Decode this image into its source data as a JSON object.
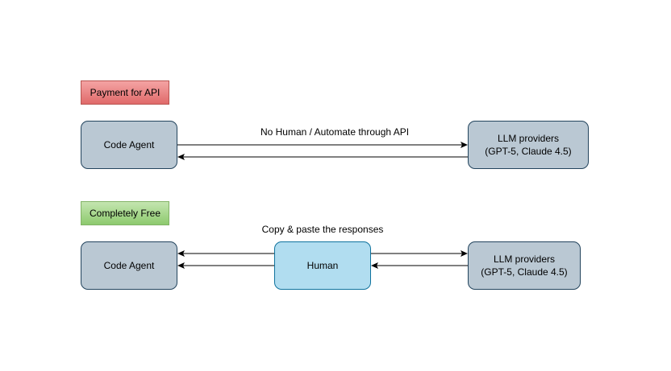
{
  "tags": {
    "paid": "Payment for API",
    "free": "Completely Free"
  },
  "row_paid": {
    "code_agent": "Code Agent",
    "edge_label": "No Human / Automate through API",
    "llm_line1": "LLM providers",
    "llm_line2": "(GPT-5, Claude 4.5)"
  },
  "row_free": {
    "code_agent": "Code Agent",
    "human": "Human",
    "edge_label": "Copy & paste the responses",
    "llm_line1": "LLM providers",
    "llm_line2": "(GPT-5, Claude 4.5)"
  },
  "colors": {
    "node_fill": "#bac8d3",
    "node_stroke": "#23445d",
    "human_fill": "#b1ddf0",
    "paid_tag": "#ea6b66",
    "free_tag": "#97d077"
  }
}
